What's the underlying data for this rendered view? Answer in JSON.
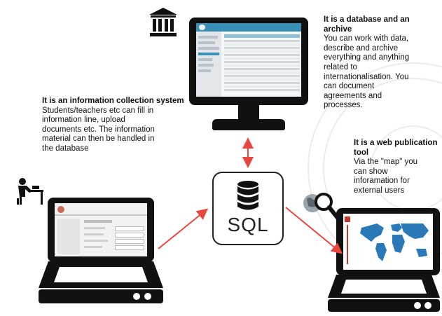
{
  "captions": {
    "database": {
      "title": "It is a database and an archive",
      "body": "You can work with data,\ndescribe and archive\neverything and anything\nrelated to\ninternationalisation. You\ncan document\nagreements and\nprocesses."
    },
    "collection": {
      "title": "It is an information collection system",
      "body": "Students/teachers etc can fill in\ninformation line, upload\ndocuments etc. The information\nmaterial can then be handled in\nthe database"
    },
    "web": {
      "title": "It is a web publication tool",
      "body": "Via the \"map\" you\ncan show\ninforamation for\nexternal users"
    }
  },
  "center": {
    "label": "SQL"
  },
  "colors": {
    "arrow": "#e8463f",
    "device": "#111111",
    "map_blue": "#2a78b8",
    "app_accent": "#3a8fb7"
  },
  "icons": [
    "institution-icon",
    "student-at-desk-icon",
    "globe-search-icon",
    "database-icon"
  ]
}
